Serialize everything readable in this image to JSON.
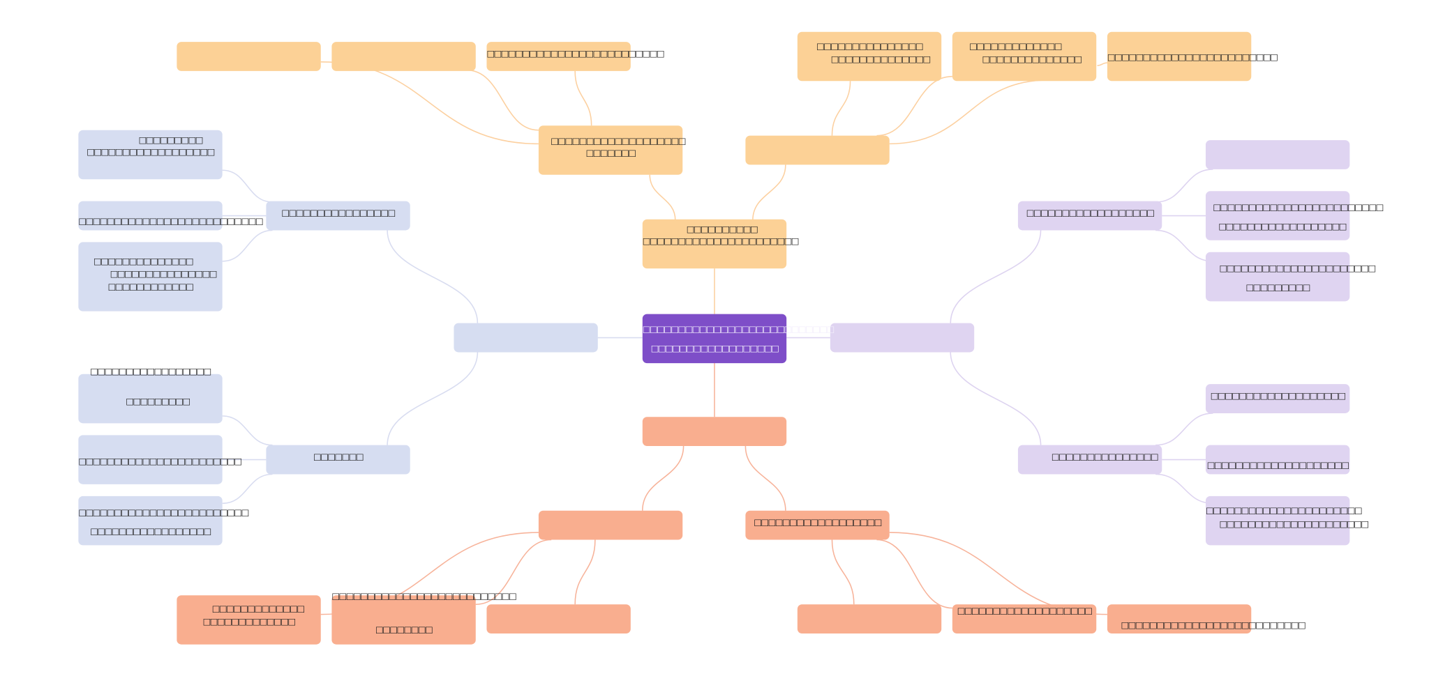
{
  "colors": {
    "root": "#7e4ec8",
    "orange": "#fcd196",
    "blue": "#d6ddf1",
    "purple": "#dfd4f1",
    "salmon": "#f9ae8f",
    "edge_orange": "#fcd0a0",
    "edge_blue": "#d8dcf0",
    "edge_purple": "#ddd3f0",
    "edge_salmon": "#f7b39a"
  },
  "nodes": [
    {
      "id": "root",
      "color": "root",
      "lines": [
        "□□□□□□□□□□□□□□□□□□□□□□□□□□□",
        "□□□□□□□□□□□□□□□□□□"
      ]
    },
    {
      "id": "o0",
      "color": "orange",
      "lines": [
        "□□□□□□□□□□",
        "□□□□□□□□□□□□□□□□□□□□□□"
      ]
    },
    {
      "id": "o1",
      "color": "orange",
      "lines": [
        "□□□□□□□□□□□□□□□□□□□",
        "□□□□□□□"
      ]
    },
    {
      "id": "o2",
      "color": "orange",
      "lines": []
    },
    {
      "id": "o1a",
      "color": "orange",
      "lines": []
    },
    {
      "id": "o1b",
      "color": "orange",
      "lines": []
    },
    {
      "id": "o1c",
      "color": "orange",
      "lines": [
        "□□□□□□□□□□□□□□□□□□□□□□□□□"
      ]
    },
    {
      "id": "o2a",
      "color": "orange",
      "lines": [
        "□□□□□□□□□□□□□□□",
        "□□□□□□□□□□□□□□"
      ]
    },
    {
      "id": "o2b",
      "color": "orange",
      "lines": [
        "□□□□□□□□□□□□□",
        "□□□□□□□□□□□□□□"
      ]
    },
    {
      "id": "o2c",
      "color": "orange",
      "lines": [
        "□□□□□□□□□□□□□□□□□□□□□□□□"
      ]
    },
    {
      "id": "b0",
      "color": "blue",
      "lines": []
    },
    {
      "id": "b1",
      "color": "blue",
      "lines": [
        "□□□□□□□□□□□□□□□□"
      ]
    },
    {
      "id": "b2",
      "color": "blue",
      "lines": [
        "□□□□□□□"
      ]
    },
    {
      "id": "b1a",
      "color": "blue",
      "lines": [
        "□□□□□□□□□",
        "□□□□□□□□□□□□□□□□□□"
      ]
    },
    {
      "id": "b1b",
      "color": "blue",
      "lines": [
        "□□□□□□□□□□□□□□□□□□□□□□□□□□"
      ]
    },
    {
      "id": "b1c",
      "color": "blue",
      "lines": [
        "□□□□□□□□□□□□□□",
        "□□□□□□□□□□□□□□□",
        "□□□□□□□□□□□□"
      ]
    },
    {
      "id": "b2a",
      "color": "blue",
      "lines": [
        "□□□□□□□□□□□□□□□□□",
        "□□□□□□□□□"
      ]
    },
    {
      "id": "b2b",
      "color": "blue",
      "lines": [
        "□□□□□□□□□□□□□□□□□□□□□□□"
      ]
    },
    {
      "id": "b2c",
      "color": "blue",
      "lines": [
        "□□□□□□□□□□□□□□□□□□□□□□□□",
        "□□□□□□□□□□□□□□□□□"
      ]
    },
    {
      "id": "p0",
      "color": "purple",
      "lines": []
    },
    {
      "id": "p1",
      "color": "purple",
      "lines": [
        "□□□□□□□□□□□□□□□□□□"
      ]
    },
    {
      "id": "p2",
      "color": "purple",
      "lines": [
        "□□□□□□□□□□□□□□□"
      ]
    },
    {
      "id": "p1a",
      "color": "purple",
      "lines": []
    },
    {
      "id": "p1b",
      "color": "purple",
      "lines": [
        "□□□□□□□□□□□□□□□□□□□□□□□□",
        "□□□□□□□□□□□□□□□□□□"
      ]
    },
    {
      "id": "p1c",
      "color": "purple",
      "lines": [
        "□□□□□□□□□□□□□□□□□□□□□□",
        "□□□□□□□□□"
      ]
    },
    {
      "id": "p2a",
      "color": "purple",
      "lines": [
        "□□□□□□□□□□□□□□□□□□□"
      ]
    },
    {
      "id": "p2b",
      "color": "purple",
      "lines": [
        "□□□□□□□□□□□□□□□□□□□□"
      ]
    },
    {
      "id": "p2c",
      "color": "purple",
      "lines": [
        "□□□□□□□□□□□□□□□□□□□□□□",
        "□□□□□□□□□□□□□□□□□□□□□"
      ]
    },
    {
      "id": "s0",
      "color": "salmon",
      "lines": []
    },
    {
      "id": "s1",
      "color": "salmon",
      "lines": []
    },
    {
      "id": "s2",
      "color": "salmon",
      "lines": [
        "□□□□□□□□□□□□□□□□□□"
      ]
    },
    {
      "id": "s1a",
      "color": "salmon",
      "lines": [
        "□□□□□□□□□□□□□",
        "□□□□□□□□□□□□□"
      ]
    },
    {
      "id": "s1b",
      "color": "salmon",
      "lines": [
        "□□□□□□□□□□□□□□□□□□□□□□□□□□",
        "□□□□□□□□"
      ]
    },
    {
      "id": "s1c",
      "color": "salmon",
      "lines": []
    },
    {
      "id": "s2a",
      "color": "salmon",
      "lines": []
    },
    {
      "id": "s2b",
      "color": "salmon",
      "lines": [
        "□□□□□□□□□□□□□□□□□□□"
      ]
    },
    {
      "id": "s2c",
      "color": "salmon",
      "lines": [
        "□□□□□□□□□□□□□□□□□□□□□□□□□□"
      ]
    }
  ]
}
